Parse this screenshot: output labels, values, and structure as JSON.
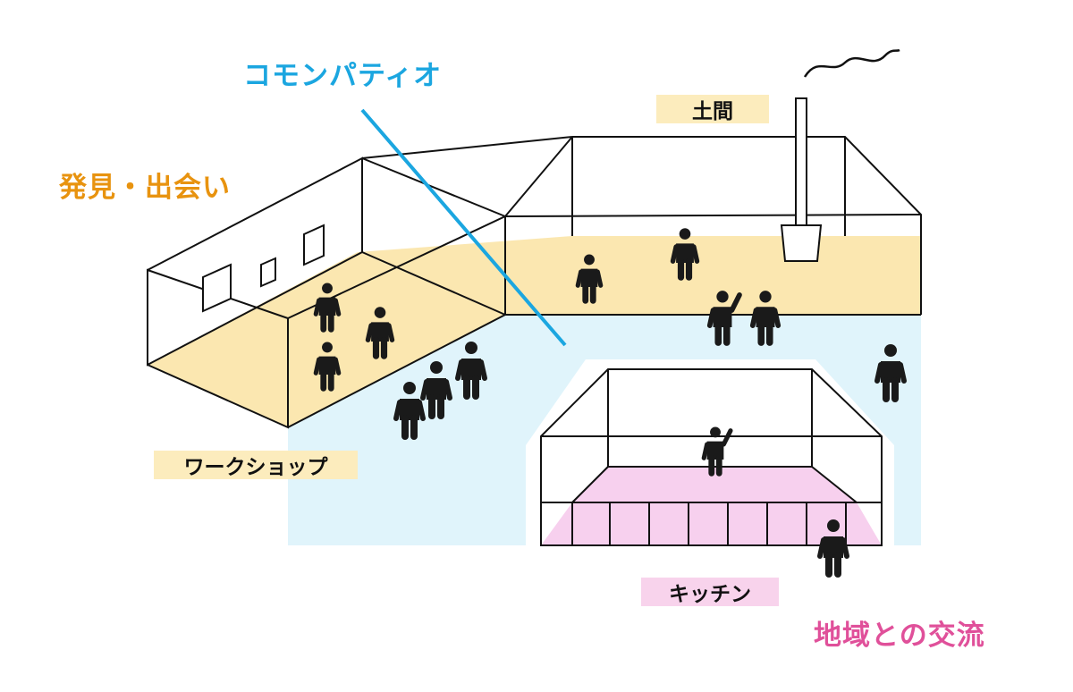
{
  "labels": {
    "discovery": "発見・出会い",
    "common_patio": "コモンパティオ",
    "doma": "土間",
    "workshop": "ワークショップ",
    "kitchen": "キッチン",
    "community": "地域との交流"
  },
  "colors": {
    "discovery_text": "#e8930f",
    "common_patio_text": "#1ba6e0",
    "community_text": "#e0509a",
    "tag_yellow": "#fcecbd",
    "tag_pink": "#f8d3ec",
    "floor_yellow": "#fbe7b0",
    "floor_pink": "#f7d0ee",
    "patio_blue": "#e0f4fb",
    "line": "#111111",
    "figure": "#1a1a1a"
  },
  "icons": {
    "person": "person-icon",
    "smoke": "smoke-icon",
    "chimney": "chimney-icon"
  }
}
